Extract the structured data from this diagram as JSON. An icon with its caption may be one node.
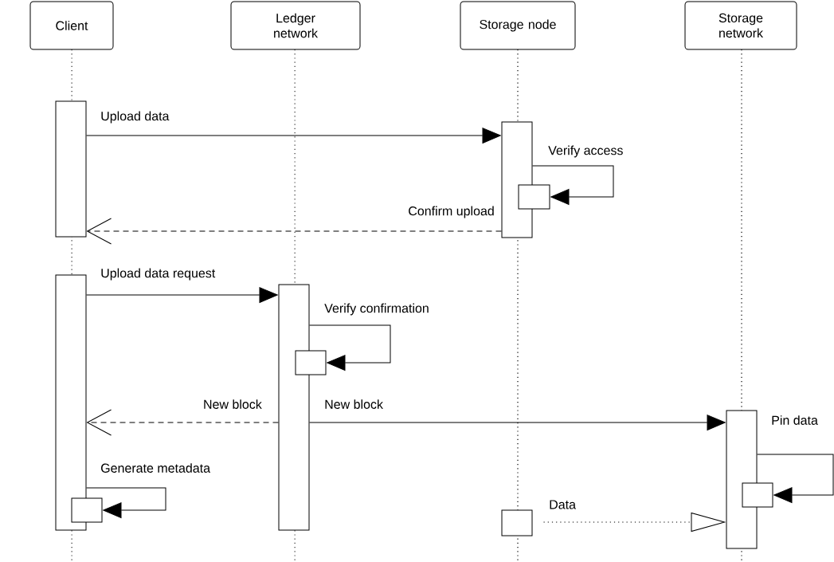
{
  "diagram": {
    "nodes": [
      {
        "text": [
          "Client"
        ]
      },
      {
        "text": [
          "Ledger network"
        ]
      },
      {
        "text": [
          "Storage node"
        ]
      },
      {
        "text": [
          "Storage network"
        ]
      },
      {
        "text": [],
        "shape": "box"
      },
      {
        "text": [],
        "shape": "box"
      },
      {
        "text": [],
        "shape": "box"
      },
      {
        "text": [],
        "shape": "box"
      },
      {
        "text": [],
        "shape": "box"
      },
      {
        "text": [],
        "shape": "box"
      },
      {
        "text": [],
        "shape": "box"
      },
      {
        "text": [],
        "shape": "box"
      },
      {
        "text": [],
        "shape": "box"
      },
      {
        "text": [],
        "shape": "box"
      }
    ],
    "edges": [
      {
        "from": 4,
        "to": 5,
        "arrow": "to",
        "label": "Upload data"
      },
      {
        "from": 5,
        "to": 6,
        "arrow": "to",
        "label": "Verify access"
      },
      {
        "from": 5,
        "to": 4,
        "arrow": "to",
        "label": "Confirm upload",
        "style": "dashed"
      },
      {
        "from": 7,
        "to": 8,
        "arrow": "to",
        "label": "Upload data request"
      },
      {
        "from": 8,
        "to": 9,
        "arrow": "to",
        "label": "Verify confirmation"
      },
      {
        "from": 8,
        "to": 7,
        "arrow": "to",
        "label": "New block",
        "style": "dashed"
      },
      {
        "from": 8,
        "to": 10,
        "arrow": "to",
        "label": "New block"
      },
      {
        "from": 10,
        "to": 11,
        "arrow": "to",
        "label": "Pin data"
      },
      {
        "from": 7,
        "to": 12,
        "arrow": "to",
        "label": "Generate metadata"
      },
      {
        "from": 13,
        "to": 10,
        "arrow": "to",
        "label": "Data",
        "style": "dashed"
      }
    ]
  }
}
